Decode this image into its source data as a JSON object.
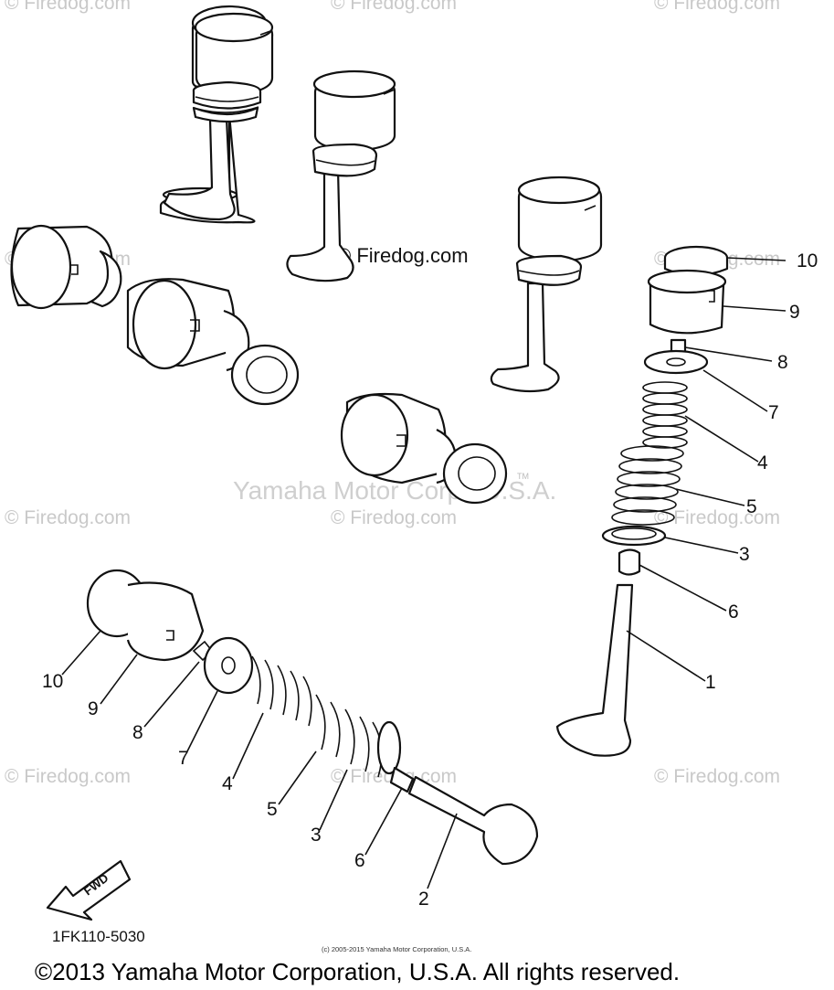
{
  "watermarks": {
    "site": "© Firedog.com",
    "owner": "Yamaha Motor Corp., U.S.A.",
    "tm": "TM"
  },
  "callouts_right": [
    "10",
    "9",
    "8",
    "7",
    "4",
    "5",
    "3",
    "6",
    "1"
  ],
  "callouts_left": [
    "10",
    "9",
    "8",
    "7",
    "4",
    "5",
    "3",
    "6",
    "2"
  ],
  "direction_marker": "FWD",
  "diagram_code": "1FK110-5030",
  "small_copyright": "(c) 2005-2015 Yamaha Motor Corporation, U.S.A.",
  "footer_copyright": "©2013 Yamaha Motor Corporation, U.S.A. All rights reserved."
}
